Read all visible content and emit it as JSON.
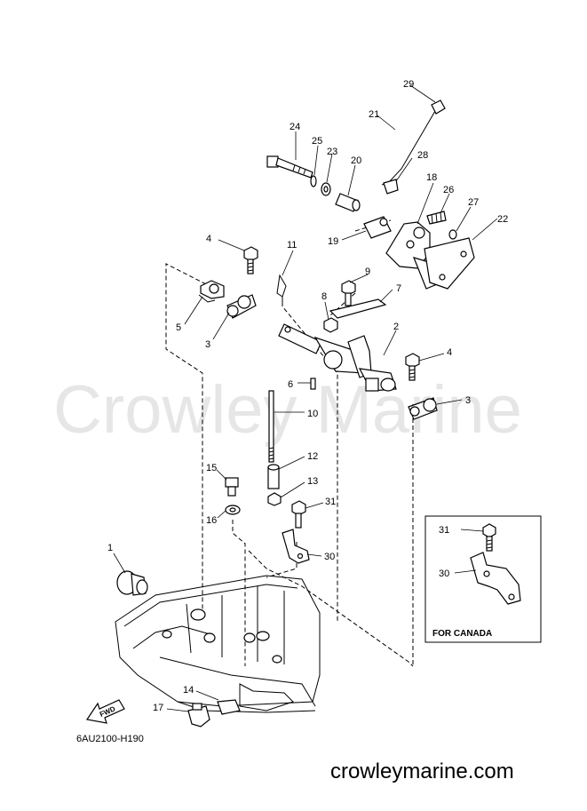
{
  "watermark": "Crowley Marine",
  "footer_url": "crowleymarine.com",
  "diagram_code": "6AU2100-H190",
  "inset_caption": "FOR CANADA",
  "fwd_label": "FWD",
  "callouts": {
    "c1": "1",
    "c2": "2",
    "c3a": "3",
    "c3b": "3",
    "c4a": "4",
    "c4b": "4",
    "c5": "5",
    "c6": "6",
    "c7": "7",
    "c8": "8",
    "c9": "9",
    "c10": "10",
    "c11": "11",
    "c12": "12",
    "c13": "13",
    "c14": "14",
    "c15": "15",
    "c16": "16",
    "c17": "17",
    "c18": "18",
    "c19": "19",
    "c20": "20",
    "c21": "21",
    "c22": "22",
    "c23": "23",
    "c24": "24",
    "c25": "25",
    "c26": "26",
    "c27": "27",
    "c28": "28",
    "c29": "29",
    "c30": "30",
    "c31": "31",
    "c30i": "30",
    "c31i": "31"
  }
}
